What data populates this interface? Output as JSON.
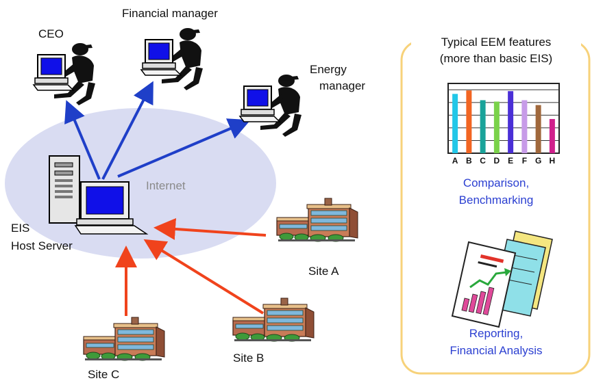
{
  "labels": {
    "ceo": "CEO",
    "financial_manager": "Financial manager",
    "energy_manager_line1": "Energy",
    "energy_manager_line2": "manager",
    "internet": "Internet",
    "eis_line1": "EIS",
    "eis_line2": "Host Server",
    "site_a": "Site A",
    "site_b": "Site B",
    "site_c": "Site C"
  },
  "features_panel": {
    "title_line1": "Typical EEM features",
    "title_line2": "(more than basic EIS)",
    "feature1_line1": "Comparison,",
    "feature1_line2": "Benchmarking",
    "feature2_line1": "Reporting,",
    "feature2_line2": "Financial Analysis"
  },
  "mini_chart": {
    "categories": [
      "A",
      "B",
      "C",
      "D",
      "E",
      "F",
      "G",
      "H"
    ],
    "values": [
      8.5,
      9.0,
      7.6,
      7.4,
      8.9,
      7.6,
      6.9,
      4.9
    ],
    "colors": [
      "#22c7e8",
      "#f26522",
      "#1aa39a",
      "#7ad24a",
      "#4a2fd6",
      "#c79be8",
      "#a0683c",
      "#d0208c"
    ]
  },
  "colors": {
    "blue_arrow": "#1f3fc8",
    "red_arrow": "#f0431c",
    "internet_ellipse": "#d9dcf2",
    "panel_border": "#f7d27a",
    "feature_text": "#2b3fd1"
  }
}
